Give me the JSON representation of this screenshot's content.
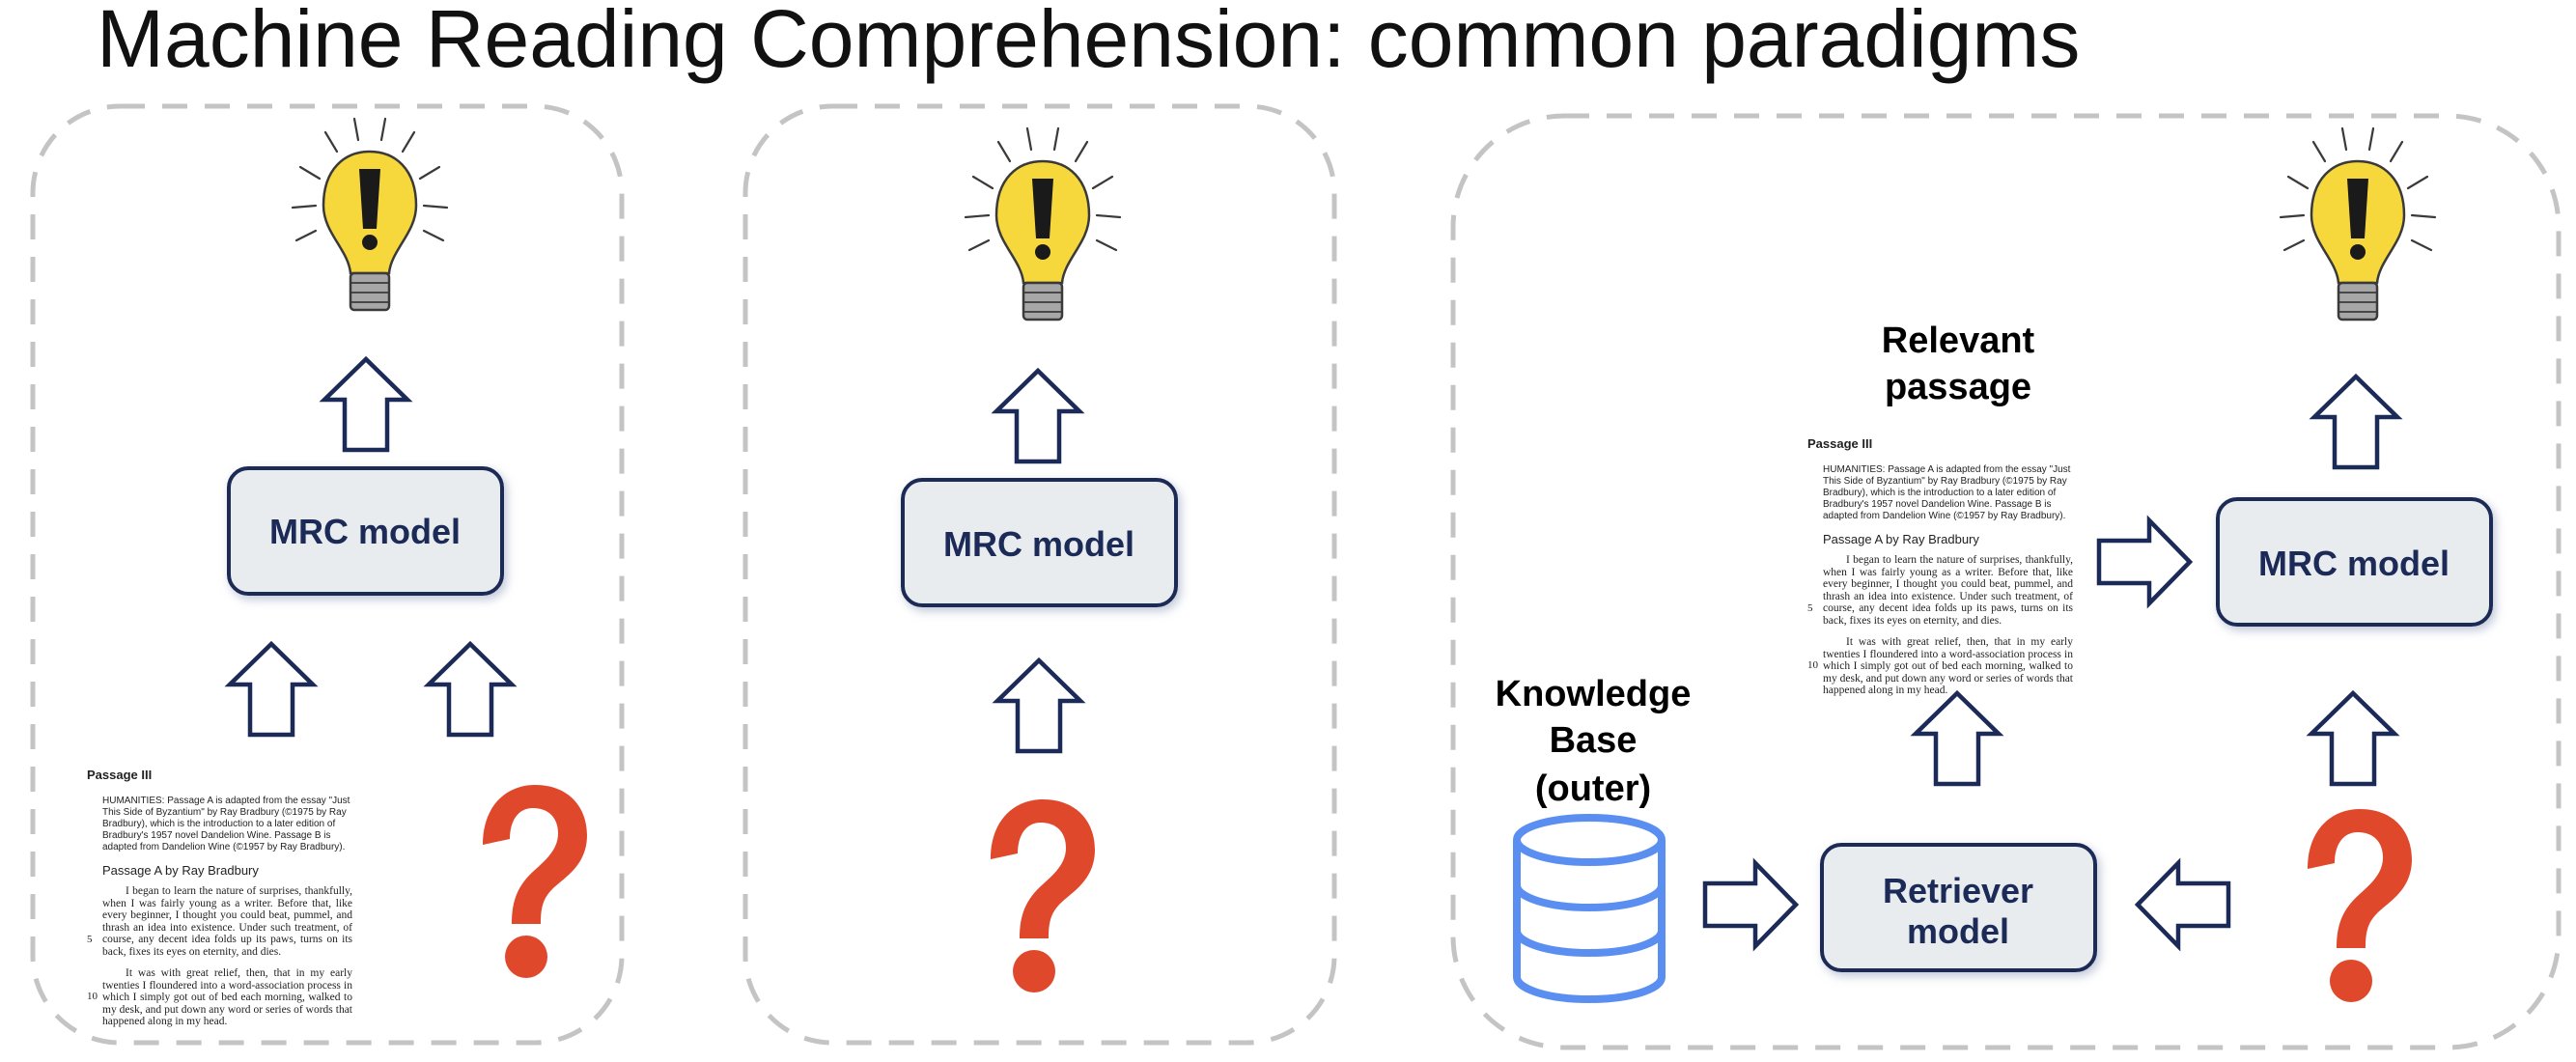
{
  "title": "Machine Reading Comprehension: common paradigms",
  "labels": {
    "mrc_model": "MRC model",
    "relevant_passage_line1": "Relevant",
    "relevant_passage_line2": "passage",
    "kb_line1": "Knowledge",
    "kb_line2": "Base",
    "kb_line3": "(outer)",
    "retriever_line1": "Retriever",
    "retriever_line2": "model"
  },
  "passage": {
    "heading": "Passage III",
    "intro": "HUMANITIES: Passage A is adapted from the essay \"Just This Side of Byzantium\" by Ray Bradbury (©1975 by Ray Bradbury), which is the introduction to a later edition of Bradbury's 1957 novel Dandelion Wine. Passage B is adapted from Dandelion Wine (©1957 by Ray Bradbury).",
    "subtitle": "Passage A by Ray Bradbury",
    "para1": "I began to learn the nature of surprises, thankfully, when I was fairly young as a writer. Before that, like every beginner, I thought you could beat, pummel, and thrash an idea into existence. Under such treatment, of course, any decent idea folds up its paws, turns on its back, fixes its eyes on eternity, and dies.",
    "para2": "It was with great relief, then, that in my early twenties I floundered into a word-association process in which I simply got out of bed each morning, walked to my desk, and put down any word or series of words that happened along in my head.",
    "line_num_5": "5",
    "line_num_10": "10"
  },
  "colors": {
    "panel_border": "#c4c4c4",
    "box_fill": "#e9ecef",
    "box_stroke": "#1b2a57",
    "arrow_stroke": "#1b2a57",
    "bulb_yellow": "#f7d83c",
    "question_red": "#e0482c",
    "database_blue": "#5a8ef0"
  }
}
